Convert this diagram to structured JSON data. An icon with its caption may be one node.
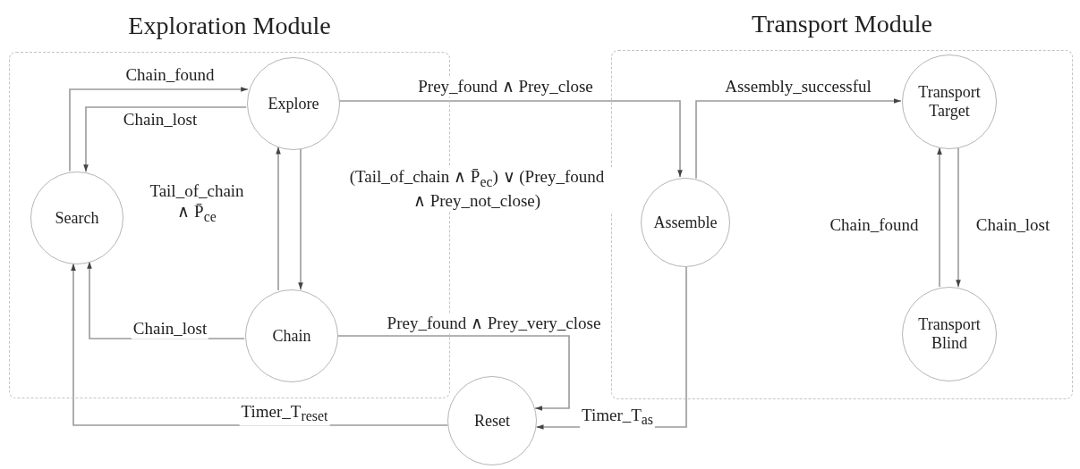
{
  "diagram": {
    "nodes": [
      {
        "text": [
          "Exploration Module"
        ]
      },
      {
        "text": [
          "Transport Module"
        ]
      },
      {
        "text": [
          "Explore"
        ],
        "in": 0
      },
      {
        "text": [
          "Search"
        ],
        "in": 0
      },
      {
        "text": [
          "Chain"
        ],
        "in": 0
      },
      {
        "text": [
          "Assemble"
        ],
        "in": 1
      },
      {
        "text": [
          "Transport Target"
        ],
        "in": 1
      },
      {
        "text": [
          "Transport Blind"
        ],
        "in": 1
      },
      {
        "text": [
          "Reset"
        ]
      }
    ],
    "edges": [
      {
        "from": 3,
        "to": 2,
        "arrow": "to",
        "label": "Chain_found"
      },
      {
        "from": 2,
        "to": 3,
        "arrow": "to",
        "label": "Chain_lost"
      },
      {
        "from": 4,
        "to": 2,
        "arrow": "to",
        "label": "Tail_of_chain ∧ P̄$_{ce}$"
      },
      {
        "from": 2,
        "to": 4,
        "arrow": "to",
        "label": "(Tail_of_chain ∧ P̄$_{ec}$) ∨ (Prey_found ∧ Prey_not_close)"
      },
      {
        "from": 4,
        "to": 3,
        "arrow": "to",
        "label": "Chain_lost"
      },
      {
        "from": 2,
        "to": 5,
        "arrow": "to",
        "label": "Prey_found ∧ Prey_close"
      },
      {
        "from": 5,
        "to": 6,
        "arrow": "to",
        "label": "Assembly_successful"
      },
      {
        "from": 7,
        "to": 6,
        "arrow": "to",
        "label": "Chain_found"
      },
      {
        "from": 6,
        "to": 7,
        "arrow": "to",
        "label": "Chain_lost"
      },
      {
        "from": 4,
        "to": 8,
        "arrow": "to",
        "label": "Prey_found ∧ Prey_very_close"
      },
      {
        "from": 5,
        "to": 8,
        "arrow": "to",
        "label": "Timer_T$_{as}$"
      },
      {
        "from": 8,
        "to": 3,
        "arrow": "to",
        "label": "Timer_T$_{reset}$"
      }
    ]
  }
}
